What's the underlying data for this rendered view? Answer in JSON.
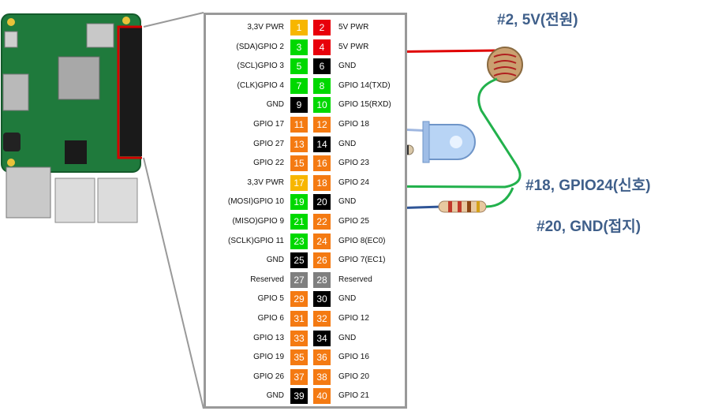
{
  "colors": {
    "power33": "#f7b600",
    "power5": "#e8000b",
    "i2c": "#00d800",
    "ground": "#000000",
    "gpio": "#f47a12",
    "reserved": "#7f7f7f",
    "uart": "#00d800",
    "red_wire": "#e00000",
    "green_wire": "#22b14c",
    "blue_wire": "#2f5597",
    "callout": "#3f5f8a"
  },
  "header": {
    "rows": [
      {
        "left_label": "3,3V PWR",
        "left_pin": "1",
        "left_type": "power33",
        "right_pin": "2",
        "right_type": "power5",
        "right_label": "5V PWR"
      },
      {
        "left_label": "(SDA)GPIO 2",
        "left_pin": "3",
        "left_type": "i2c",
        "right_pin": "4",
        "right_type": "power5",
        "right_label": "5V PWR"
      },
      {
        "left_label": "(SCL)GPIO 3",
        "left_pin": "5",
        "left_type": "i2c",
        "right_pin": "6",
        "right_type": "ground",
        "right_label": "GND"
      },
      {
        "left_label": "(CLK)GPIO 4",
        "left_pin": "7",
        "left_type": "i2c",
        "right_pin": "8",
        "right_type": "uart",
        "right_label": "GPIO 14(TXD)"
      },
      {
        "left_label": "GND",
        "left_pin": "9",
        "left_type": "ground",
        "right_pin": "10",
        "right_type": "uart",
        "right_label": "GPIO 15(RXD)"
      },
      {
        "left_label": "GPIO 17",
        "left_pin": "11",
        "left_type": "gpio",
        "right_pin": "12",
        "right_type": "gpio",
        "right_label": "GPIO 18"
      },
      {
        "left_label": "GPIO 27",
        "left_pin": "13",
        "left_type": "gpio",
        "right_pin": "14",
        "right_type": "ground",
        "right_label": "GND"
      },
      {
        "left_label": "GPIO 22",
        "left_pin": "15",
        "left_type": "gpio",
        "right_pin": "16",
        "right_type": "gpio",
        "right_label": "GPIO 23"
      },
      {
        "left_label": "3,3V PWR",
        "left_pin": "17",
        "left_type": "power33",
        "right_pin": "18",
        "right_type": "gpio",
        "right_label": "GPIO 24"
      },
      {
        "left_label": "(MOSI)GPIO 10",
        "left_pin": "19",
        "left_type": "i2c",
        "right_pin": "20",
        "right_type": "ground",
        "right_label": "GND"
      },
      {
        "left_label": "(MISO)GPIO 9",
        "left_pin": "21",
        "left_type": "i2c",
        "right_pin": "22",
        "right_type": "gpio",
        "right_label": "GPIO 25"
      },
      {
        "left_label": "(SCLK)GPIO 11",
        "left_pin": "23",
        "left_type": "i2c",
        "right_pin": "24",
        "right_type": "gpio",
        "right_label": "GPIO 8(EC0)"
      },
      {
        "left_label": "GND",
        "left_pin": "25",
        "left_type": "ground",
        "right_pin": "26",
        "right_type": "gpio",
        "right_label": "GPIO 7(EC1)"
      },
      {
        "left_label": "Reserved",
        "left_pin": "27",
        "left_type": "reserved",
        "right_pin": "28",
        "right_type": "reserved",
        "right_label": "Reserved"
      },
      {
        "left_label": "GPIO 5",
        "left_pin": "29",
        "left_type": "gpio",
        "right_pin": "30",
        "right_type": "ground",
        "right_label": "GND"
      },
      {
        "left_label": "GPIO 6",
        "left_pin": "31",
        "left_type": "gpio",
        "right_pin": "32",
        "right_type": "gpio",
        "right_label": "GPIO 12"
      },
      {
        "left_label": "GPIO 13",
        "left_pin": "33",
        "left_type": "gpio",
        "right_pin": "34",
        "right_type": "ground",
        "right_label": "GND"
      },
      {
        "left_label": "GPIO 19",
        "left_pin": "35",
        "left_type": "gpio",
        "right_pin": "36",
        "right_type": "gpio",
        "right_label": "GPIO 16"
      },
      {
        "left_label": "GPIO 26",
        "left_pin": "37",
        "left_type": "gpio",
        "right_pin": "38",
        "right_type": "gpio",
        "right_label": "GPIO 20"
      },
      {
        "left_label": "GND",
        "left_pin": "39",
        "left_type": "ground",
        "right_pin": "40",
        "right_type": "gpio",
        "right_label": "GPIO 21"
      }
    ]
  },
  "callouts": {
    "power": "#2, 5V(전원)",
    "signal": "#18, GPIO24(신호)",
    "ground": "#20, GND(접지)"
  }
}
